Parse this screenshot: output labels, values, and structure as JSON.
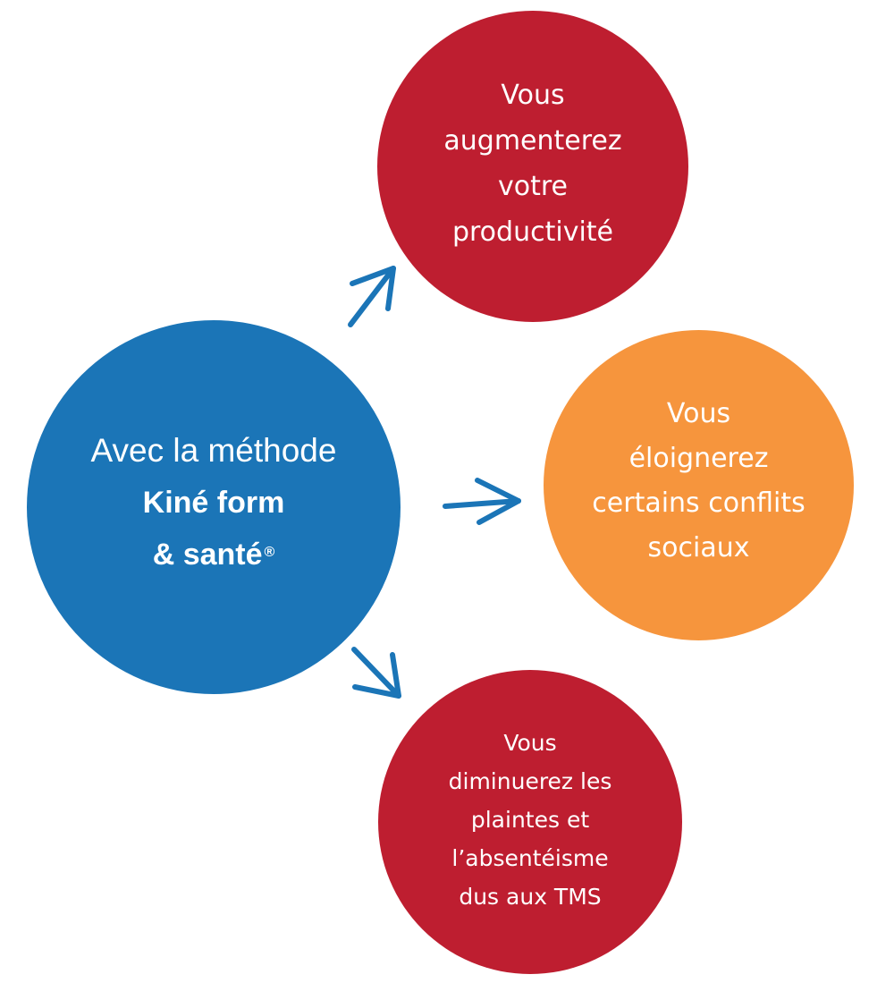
{
  "colors": {
    "center": "#1b75b7",
    "red": "#be1e30",
    "orange": "#f6953d",
    "arrow": "#1b75b7",
    "text": "#ffffff"
  },
  "center": {
    "line1": "Avec la méthode",
    "line2": "Kiné form",
    "line3": "& santé",
    "mark": "®"
  },
  "top": {
    "lines": [
      "Vous",
      "augmenterez",
      "votre",
      "productivité"
    ]
  },
  "middle": {
    "lines": [
      "Vous",
      "éloignerez",
      "certains conflits",
      "sociaux"
    ]
  },
  "bottom": {
    "lines": [
      "Vous",
      "diminuerez les",
      "plaintes et",
      "l’absentéisme",
      "dus aux TMS"
    ]
  }
}
